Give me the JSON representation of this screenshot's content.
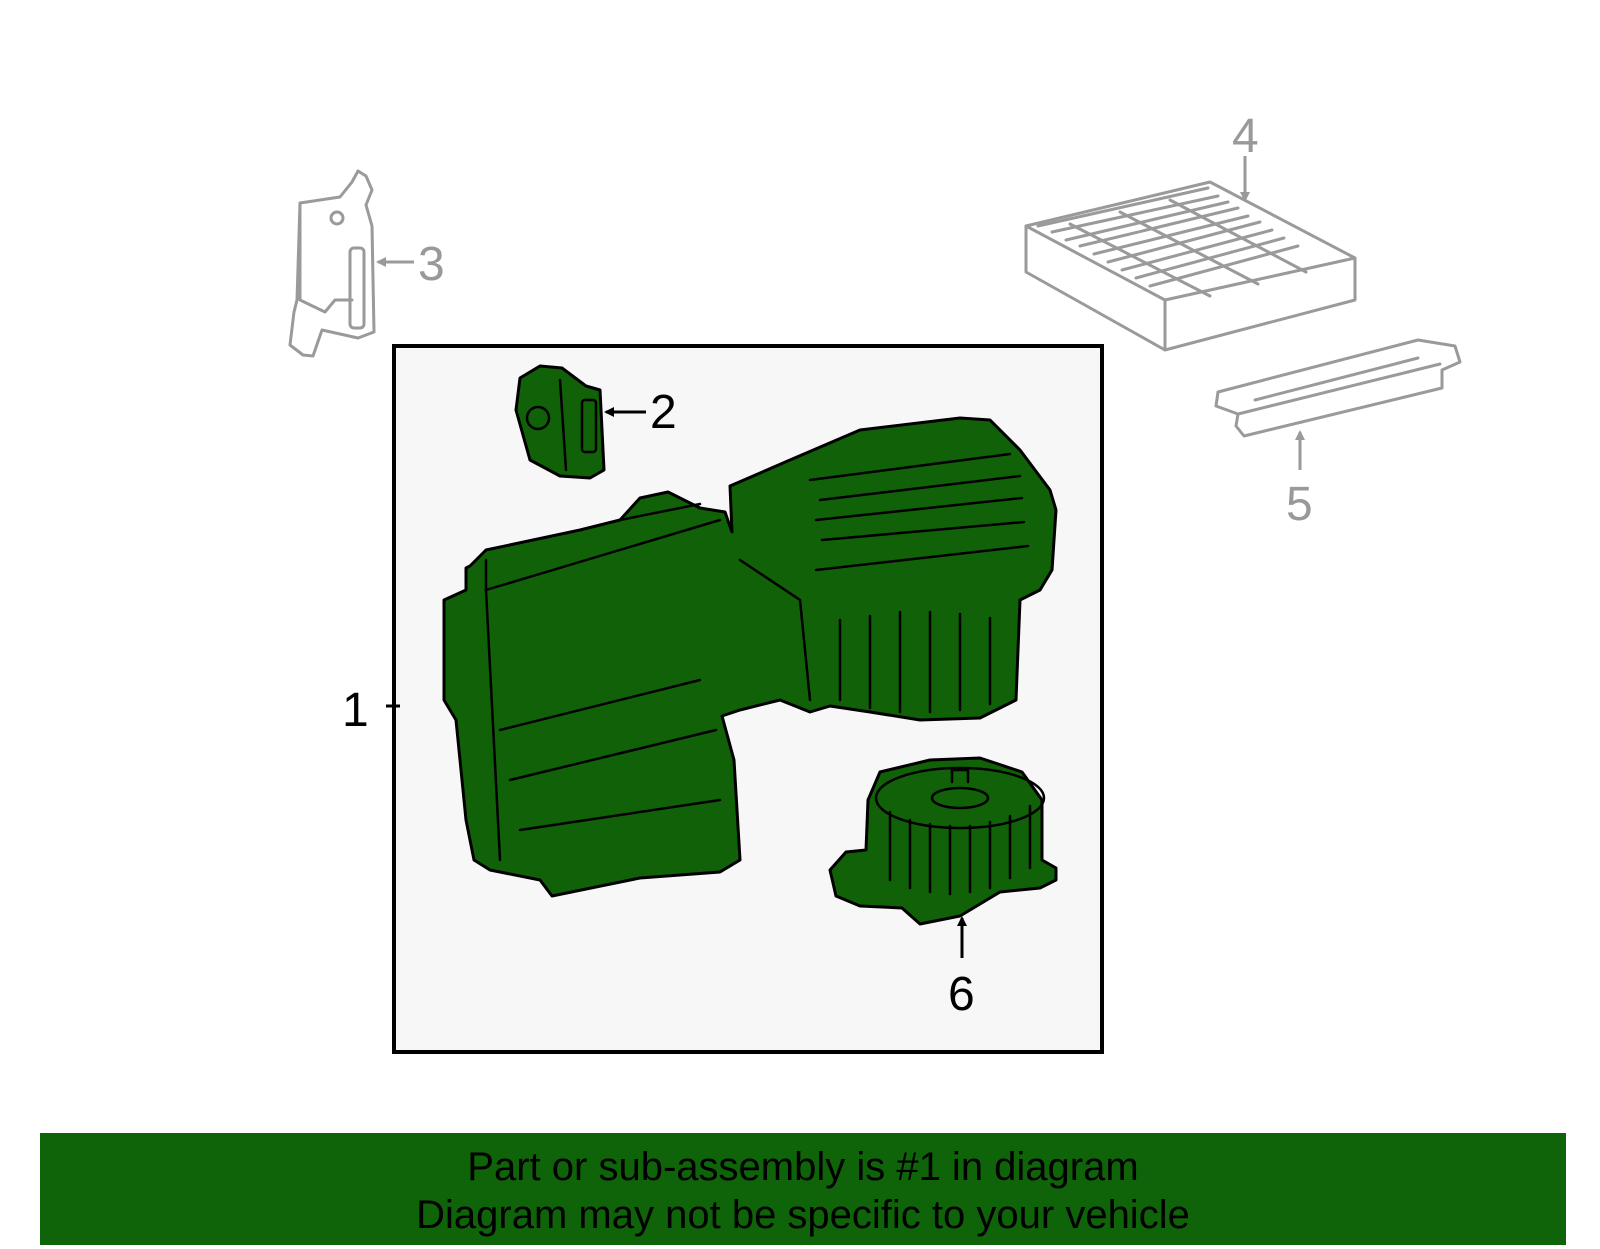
{
  "colors": {
    "highlight_fill": "#116108",
    "inactive_stroke": "#9a9a9a",
    "box_background": "#f7f7f7",
    "banner_background": "#0f6308"
  },
  "callouts": [
    {
      "number": "1",
      "state": "active"
    },
    {
      "number": "2",
      "state": "active"
    },
    {
      "number": "3",
      "state": "inactive"
    },
    {
      "number": "4",
      "state": "inactive"
    },
    {
      "number": "5",
      "state": "inactive"
    },
    {
      "number": "6",
      "state": "active"
    }
  ],
  "banner": {
    "line1": "Part or sub-assembly is #1 in diagram",
    "line2": "Diagram may not be specific to your vehicle"
  }
}
